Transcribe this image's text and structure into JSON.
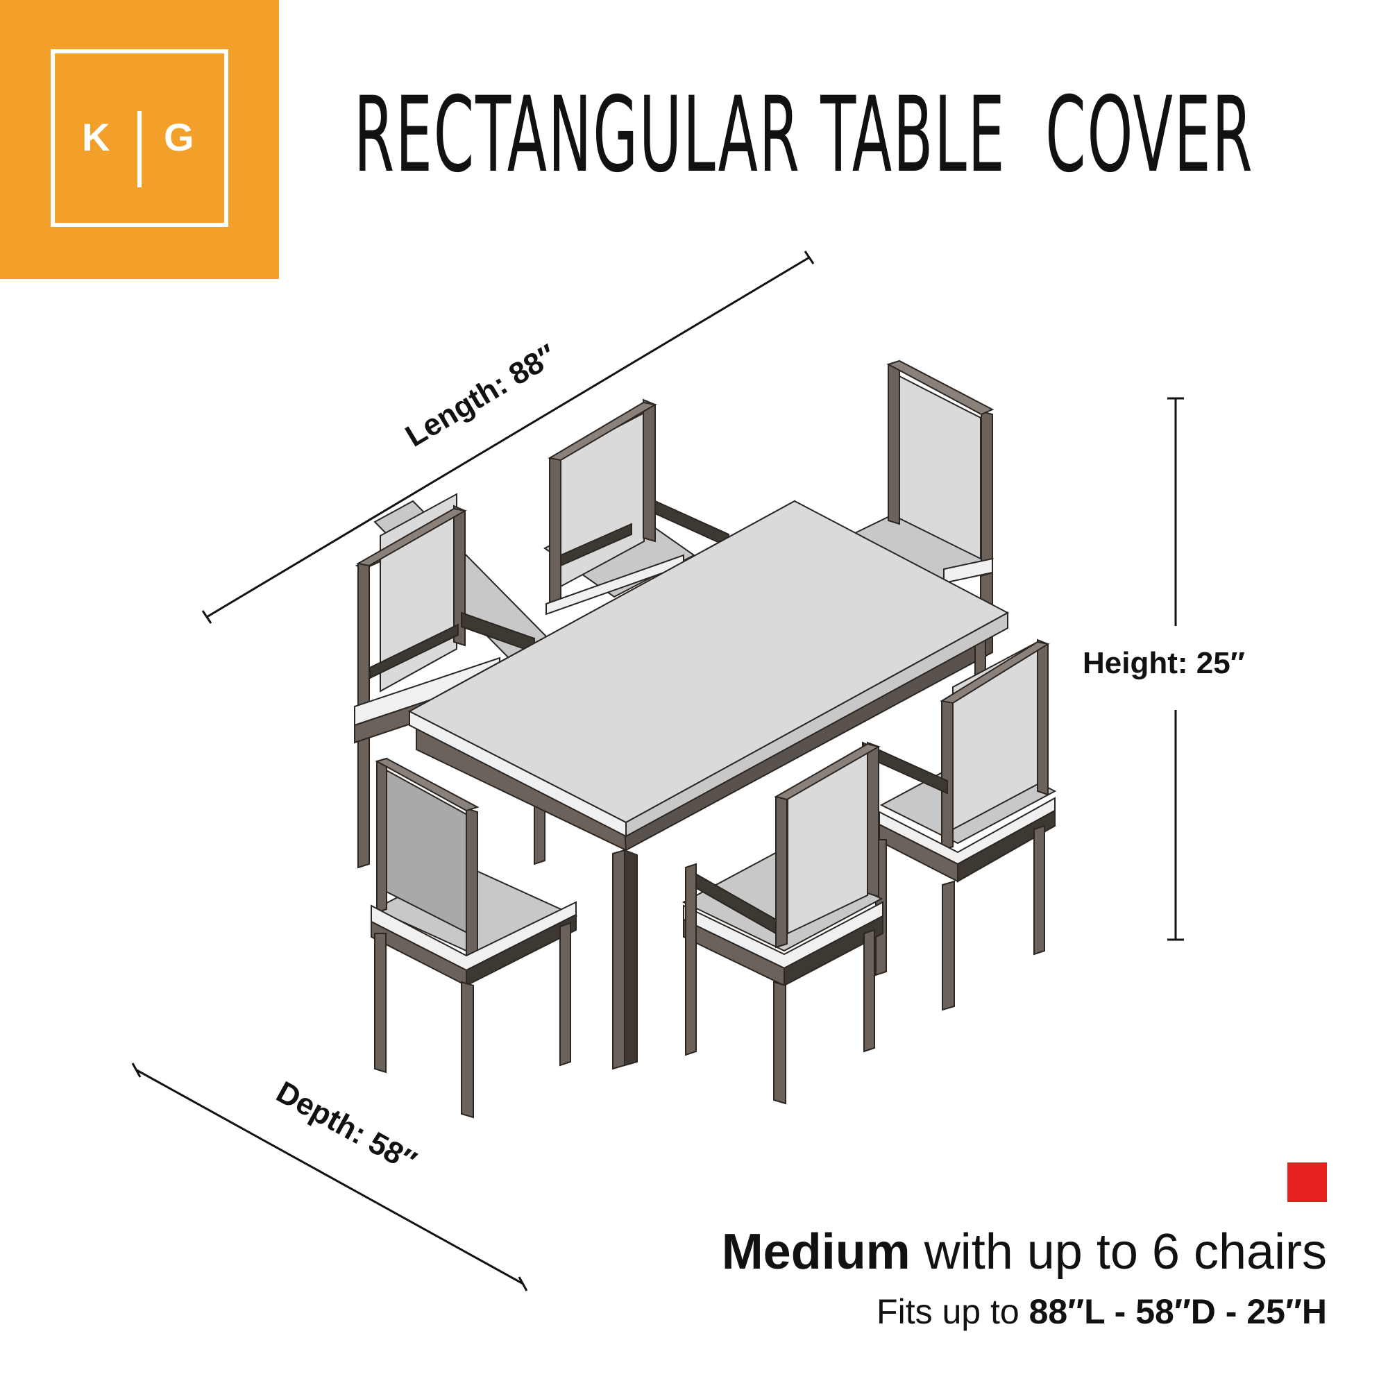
{
  "brand": {
    "logo_left": "K",
    "logo_right": "G",
    "color": "#F2A02A"
  },
  "title": "RECTANGULAR TABLE  COVER",
  "dimensions": {
    "length": "Length: 88″",
    "height": "Height: 25″",
    "depth": "Depth: 58″"
  },
  "size_badge": {
    "color": "#E5201F"
  },
  "footer": {
    "size_name": "Medium",
    "size_desc": " with up to 6 chairs",
    "fits_prefix": "Fits up to ",
    "fits_value": "88″L - 58″D - 25″H"
  },
  "colors": {
    "frame": "#6B625B",
    "frame_dark": "#3E3833",
    "surface_light": "#DADADA",
    "surface_mid": "#C8C8C8",
    "surface_dark": "#A9A9A9",
    "cushion_white": "#F0F0F0"
  }
}
